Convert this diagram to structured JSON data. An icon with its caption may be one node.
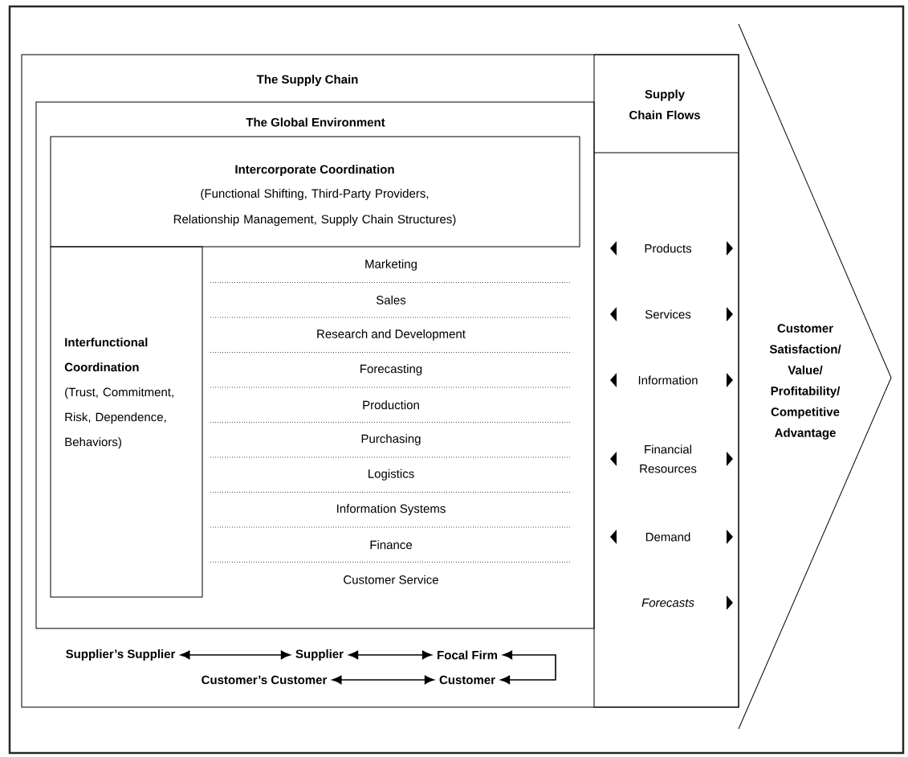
{
  "diagram": {
    "nodes": [
      {
        "text": [
          "The Supply Chain"
        ]
      },
      {
        "text": [
          "The Global Environment"
        ],
        "in": 0
      },
      {
        "text": [
          "Intercorporate Coordination",
          "(Functional Shifting, Third-Party Providers, Relationship Management, Supply Chain Structures)"
        ],
        "in": 1
      },
      {
        "text": [
          "Interfunctional Coordination",
          "(Trust, Commitment, Risk, Dependence, Behaviors)"
        ],
        "in": 1
      },
      {
        "text": [
          "Marketing"
        ],
        "in": 1
      },
      {
        "text": [
          "Sales"
        ],
        "in": 1
      },
      {
        "text": [
          "Research and Development"
        ],
        "in": 1
      },
      {
        "text": [
          "Forecasting"
        ],
        "in": 1
      },
      {
        "text": [
          "Production"
        ],
        "in": 1
      },
      {
        "text": [
          "Purchasing"
        ],
        "in": 1
      },
      {
        "text": [
          "Logistics"
        ],
        "in": 1
      },
      {
        "text": [
          "Information Systems"
        ],
        "in": 1
      },
      {
        "text": [
          "Finance"
        ],
        "in": 1
      },
      {
        "text": [
          "Customer Service"
        ],
        "in": 1
      },
      {
        "text": [
          "Supply Chain Flows"
        ],
        "in": 0
      },
      {
        "text": [
          "Products"
        ],
        "in": 14
      },
      {
        "text": [
          "Services"
        ],
        "in": 14
      },
      {
        "text": [
          "Information"
        ],
        "in": 14
      },
      {
        "text": [
          "Financial Resources"
        ],
        "in": 14
      },
      {
        "text": [
          "Demand"
        ],
        "in": 14
      },
      {
        "text": [
          "Forecasts"
        ],
        "in": 14
      },
      {
        "text": [
          "Customer Satisfaction/ Value/ Profitability/ Competitive Advantage"
        ]
      },
      {
        "text": [
          "Supplier’s Supplier"
        ],
        "in": 0
      },
      {
        "text": [
          "Supplier"
        ],
        "in": 0
      },
      {
        "text": [
          "Focal Firm"
        ],
        "in": 0
      },
      {
        "text": [
          "Customer’s Customer"
        ],
        "in": 0
      },
      {
        "text": [
          "Customer"
        ],
        "in": 0
      }
    ],
    "edges": [
      {
        "from": 22,
        "to": 23,
        "arrow": "both"
      },
      {
        "from": 23,
        "to": 24,
        "arrow": "both"
      },
      {
        "from": 25,
        "to": 26,
        "arrow": "both"
      },
      {
        "from": 24,
        "to": 26,
        "arrow": "both"
      }
    ]
  }
}
